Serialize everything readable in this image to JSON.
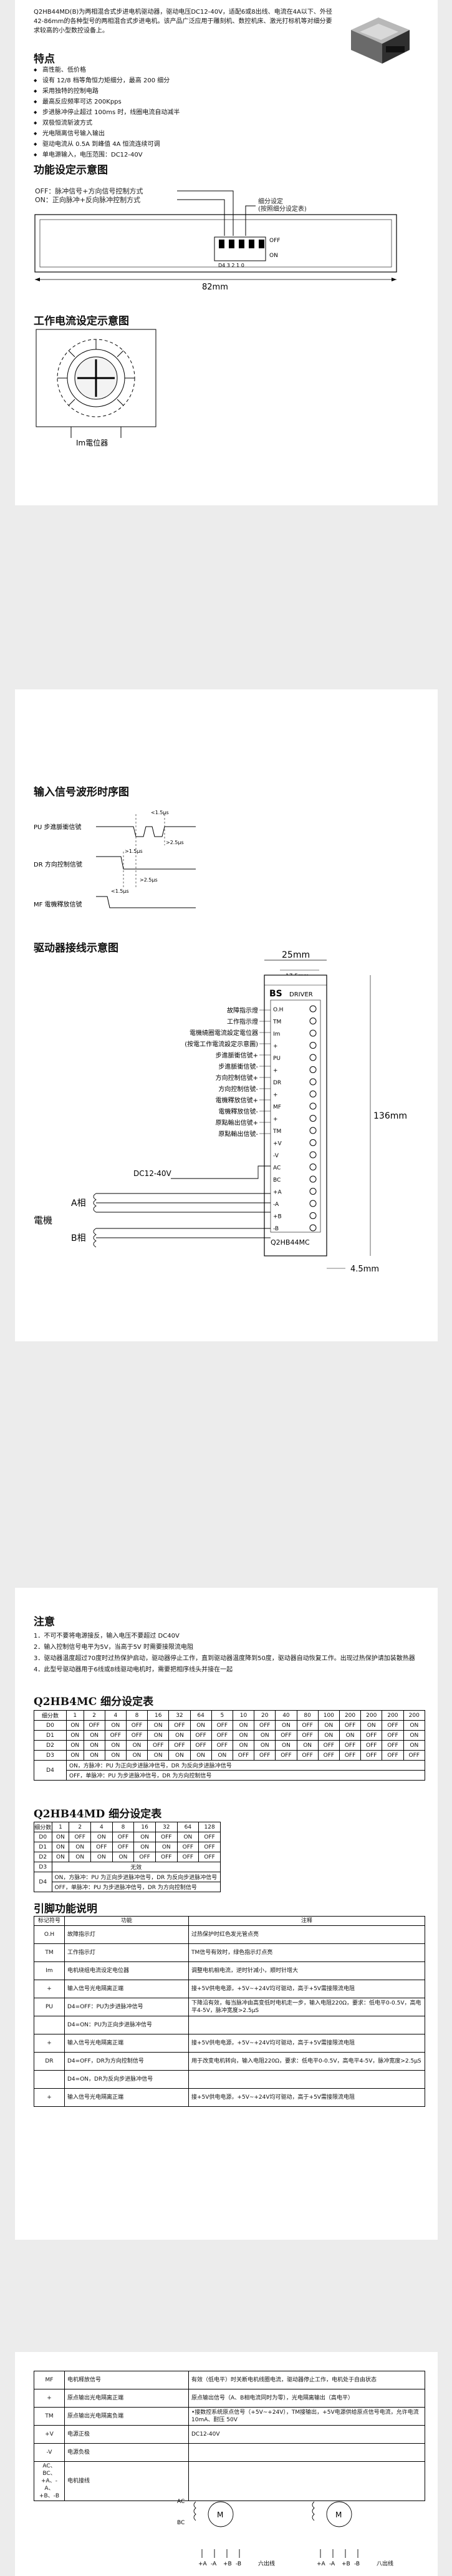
{
  "intro": "Q2HB44MD(B)为两相混合式步进电机驱动器，驱动电压DC12-40V，适配6或8出线、电流在4A以下、外径42-86mm的各种型号的两相混合式步进电机。该产品广泛应用于雕刻机、数控机床、激光打标机等对细分要求较高的小型数控设备上。",
  "features_title": "特点",
  "features": [
    "高性能、低价格",
    "设有 12/8 档等角恒力矩细分，最高 200 细分",
    "采用独特的控制电路",
    "最高反应频率可达 200Kpps",
    "步进脉冲停止超过 100ms 时，线圈电流自动减半",
    "双极恒流斩波方式",
    "光电隔离信号输入输出",
    "驱动电流从 0.5A 到峰值 4A 恒流连续可调",
    "单电源输入，电压范围：DC12-40V"
  ],
  "fig1": {
    "title": "功能设定示意图",
    "line1": "OFF：脉冲信号+方向信号控制方式",
    "line2": "ON：正向脉冲+反向脉冲控制方式",
    "callout": "细分设定\n(按照细分设定表)",
    "off_label": "OFF",
    "on_label": "ON",
    "dip_numbers": "D4 3 2 1 0",
    "width_label": "82mm"
  },
  "fig2": {
    "title": "工作电流设定示意图",
    "pot_label": "Im電位器"
  },
  "fig3": {
    "title": "输入信号波形时序图",
    "pu_label": "PU 步進脈衝信號",
    "dr_label": "DR 方向控制信號",
    "mf_label": "MF 電機釋放信號",
    "t1": "<1.5μs",
    "t2": ">2.5μs",
    "t3": ">1.5μs",
    "t4": ">2.5μs",
    "t5": "<1.5μs"
  },
  "fig4": {
    "title": "驱动器接线示意图",
    "dim_25": "25mm",
    "dim_175": "17.5mm",
    "dim_136": "136mm",
    "dim_45": "4.5mm",
    "brand": "BS",
    "driver": "DRIVER",
    "model": "Q2HB44MC",
    "left_labels": [
      "故障指示燈",
      "工作指示燈",
      "電機繞圈電流設定電位器",
      "(按電工作電流設定示意圖)",
      "步進脈衝信號+",
      "步進脈衝信號-",
      "方向控制信號+",
      "方向控制信號-",
      "電機釋放信號+",
      "電機釋放信號-",
      "原點輸出信號+",
      "原點輸出信號-"
    ],
    "pins": [
      "O.H",
      "TM",
      "Im",
      "+",
      "PU",
      "+",
      "DR",
      "+",
      "MF",
      "+",
      "TM",
      "+V",
      "-V",
      "AC",
      "BC",
      "+A",
      "-A",
      "+B",
      "-B"
    ],
    "dc": "DC12-40V",
    "motor": "電機",
    "phase_a": "A相",
    "phase_b": "B相"
  },
  "notes_title": "注意",
  "notes": [
    "1．不可不要将电源接反，输入电压不要超过 DC40V",
    "2．输入控制信号电平为5V，当高于5V 时需要接限流电阻",
    "3．驱动器温度超过70度时过热保护启动，驱动器停止工作，直到驱动器温度降到50度，驱动器自动恢复工作。出现过热保护请加装散热器",
    "4．此型号驱动器用于6线或8线驱动电机时，需要把相序线头并接在一起"
  ],
  "mc_title": "Q2HB4MC 细分设定表",
  "mc_header": [
    "细分数",
    "1",
    "2",
    "4",
    "8",
    "16",
    "32",
    "64",
    "5",
    "10",
    "20",
    "40",
    "80",
    "100",
    "200",
    "200",
    "200",
    "200"
  ],
  "mc_rows": [
    [
      "D0",
      "ON",
      "OFF",
      "ON",
      "OFF",
      "ON",
      "OFF",
      "ON",
      "OFF",
      "ON",
      "OFF",
      "ON",
      "OFF",
      "ON",
      "OFF",
      "ON",
      "OFF",
      "ON"
    ],
    [
      "D1",
      "ON",
      "ON",
      "OFF",
      "OFF",
      "ON",
      "ON",
      "OFF",
      "OFF",
      "ON",
      "ON",
      "OFF",
      "OFF",
      "ON",
      "ON",
      "OFF",
      "OFF",
      "ON"
    ],
    [
      "D2",
      "ON",
      "ON",
      "ON",
      "ON",
      "OFF",
      "OFF",
      "OFF",
      "OFF",
      "ON",
      "ON",
      "ON",
      "ON",
      "OFF",
      "OFF",
      "OFF",
      "OFF",
      "ON"
    ],
    [
      "D3",
      "ON",
      "ON",
      "ON",
      "ON",
      "ON",
      "ON",
      "ON",
      "ON",
      "OFF",
      "OFF",
      "OFF",
      "OFF",
      "OFF",
      "OFF",
      "OFF",
      "OFF",
      "OFF"
    ]
  ],
  "mc_d4": [
    "ON，方脉冲：PU 为正向步进脉冲信号，DR 为反向步进脉冲信号",
    "OFF，单脉冲：PU 为步进脉冲信号，DR 为方向控制信号"
  ],
  "md_title": "Q2HB44MD 细分设定表",
  "md_header": [
    "细分数",
    "1",
    "2",
    "4",
    "8",
    "16",
    "32",
    "64",
    "128"
  ],
  "md_rows": [
    [
      "D0",
      "ON",
      "OFF",
      "ON",
      "OFF",
      "ON",
      "OFF",
      "ON",
      "OFF"
    ],
    [
      "D1",
      "ON",
      "ON",
      "OFF",
      "OFF",
      "ON",
      "ON",
      "OFF",
      "OFF"
    ],
    [
      "D2",
      "ON",
      "ON",
      "ON",
      "ON",
      "OFF",
      "OFF",
      "OFF",
      "OFF"
    ],
    [
      "D3",
      "无效",
      "",
      "",
      "",
      "",
      "",
      "",
      ""
    ]
  ],
  "md_d4": [
    "ON，方脉冲：PU 为正向步进脉冲信号，DR 为反向步进脉冲信号",
    "OFF，单脉冲：PU 为步进脉冲信号，DR 为方向控制信号"
  ],
  "pin_title": "引脚功能说明",
  "pin_header": [
    "标记符号",
    "功能",
    "注释"
  ],
  "pin_rows": [
    [
      "O.H",
      "故障指示灯",
      "过热保护时红色发光管点亮"
    ],
    [
      "TM",
      "工作指示灯",
      "TM信号有效时，绿色指示灯点亮"
    ],
    [
      "Im",
      "电机绕组电流设定电位器",
      "调整电机相电流，逆时针减小，顺时针增大"
    ],
    [
      "+",
      "输入信号光电隔离正端",
      "接+5V供电电源，+5V~+24V均可驱动，高于+5V需接限流电阻"
    ],
    [
      "PU",
      "D4=OFF：PU为步进脉冲信号",
      "下降沿有效，每当脉冲由高变低时电机走一步，输入电阻220Ω，要求：低电平0-0.5V，高电平4-5V，脉冲宽度>2.5μS"
    ],
    [
      "",
      "D4=ON：PU为正向步进脉冲信号",
      ""
    ],
    [
      "+",
      "输入信号光电隔离正端",
      "接+5V供电电源，+5V~+24V均可驱动，高于+5V需接限流电阻"
    ],
    [
      "DR",
      "D4=OFF，DR为方向控制信号",
      "用于改变电机转向，输入电阻220Ω，要求：低电平0-0.5V，高电平4-5V，脉冲宽度>2.5μS"
    ],
    [
      "",
      "D4=ON，DR为反向步进脉冲信号",
      ""
    ],
    [
      "+",
      "输入信号光电隔离正端",
      "接+5V供电电源，+5V~+24V均可驱动，高于+5V需接限流电阻"
    ]
  ],
  "pin2_rows": [
    [
      "MF",
      "电机释放信号",
      "有效（低电平）时关断电机线圈电流，驱动器停止工作，电机处于自由状态"
    ],
    [
      "+",
      "原点输出光电隔离正端",
      "原点输出信号（A、B相电流同时为零），光电隔离输出（高电平）"
    ],
    [
      "TM",
      "原点输出光电隔离负端",
      "•接数控系统原点信号（+5V~+24V），TM接输出，+5V电源供给原点信号电流，允许电流10mA、耐压 50V"
    ],
    [
      "+V",
      "电源正极",
      "DC12-40V"
    ],
    [
      "-V",
      "电源负极",
      ""
    ],
    [
      "AC、BC、+A、-A、+B、-B",
      "电机接线",
      ""
    ]
  ],
  "wiring": {
    "six_wire": "六出线",
    "eight_wire": "八出线",
    "motor": "M",
    "a_plus": "+A",
    "a_minus": "-A",
    "b_plus": "+B",
    "b_minus": "-B",
    "ac": "AC",
    "bc": "BC"
  }
}
